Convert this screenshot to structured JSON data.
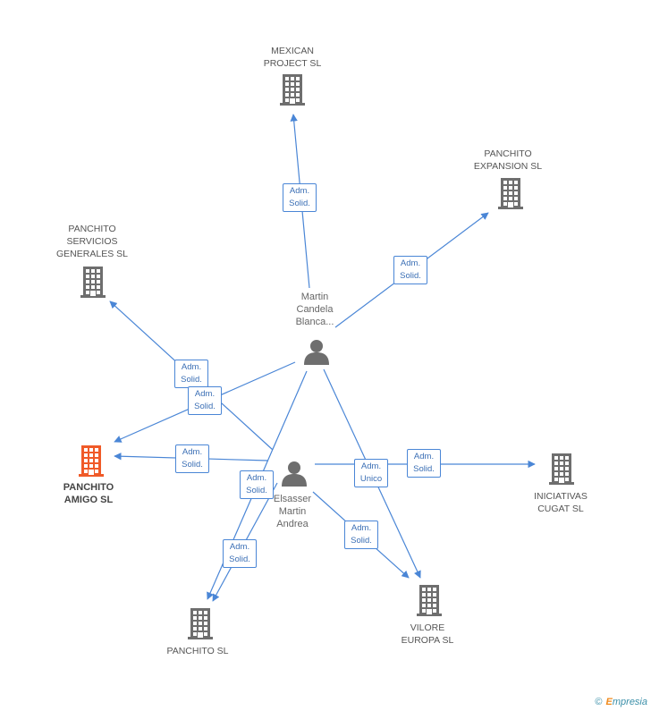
{
  "companies": [
    {
      "id": "mexican",
      "label": "MEXICAN\nPROJECT SL",
      "focus": false
    },
    {
      "id": "expansion",
      "label": "PANCHITO\nEXPANSION SL",
      "focus": false
    },
    {
      "id": "servicios",
      "label": "PANCHITO\nSERVICIOS\nGENERALES SL",
      "focus": false
    },
    {
      "id": "amigo",
      "label": "PANCHITO\nAMIGO SL",
      "focus": true
    },
    {
      "id": "iniciativas",
      "label": "INICIATIVAS\nCUGAT SL",
      "focus": false
    },
    {
      "id": "panchito",
      "label": "PANCHITO SL",
      "focus": false
    },
    {
      "id": "vilore",
      "label": "VILORE\nEUROPA SL",
      "focus": false
    }
  ],
  "persons": [
    {
      "id": "martin",
      "label": "Martin\nCandela\nBlanca..."
    },
    {
      "id": "elsasser",
      "label": "Elsasser\nMartin\nAndrea"
    }
  ],
  "relations": [
    {
      "from": "martin",
      "to": "mexican",
      "label": "Adm.\nSolid."
    },
    {
      "from": "martin",
      "to": "expansion",
      "label": "Adm.\nSolid."
    },
    {
      "from": "elsasser",
      "to": "servicios",
      "label": "Adm.\nSolid."
    },
    {
      "from": "martin",
      "to": "amigo",
      "label": "Adm.\nSolid."
    },
    {
      "from": "elsasser",
      "to": "amigo",
      "label": "Adm.\nSolid."
    },
    {
      "from": "elsasser",
      "to": "iniciativas",
      "label": "Adm.\nSolid."
    },
    {
      "from": "martin",
      "to": "vilore",
      "label": "Adm.\nUnico"
    },
    {
      "from": "elsasser",
      "to": "vilore",
      "label": "Adm.\nSolid."
    },
    {
      "from": "martin",
      "to": "panchito",
      "label": "Adm.\nSolid."
    },
    {
      "from": "elsasser",
      "to": "panchito",
      "label": "Adm.\nSolid."
    }
  ],
  "colors": {
    "edge": "#4a86d6",
    "building": "#6e6e6e",
    "focus_building": "#f05a28",
    "person": "#6e6e6e"
  },
  "footer": {
    "copyright": "©",
    "brand_first": "E",
    "brand_rest": "mpresia"
  }
}
